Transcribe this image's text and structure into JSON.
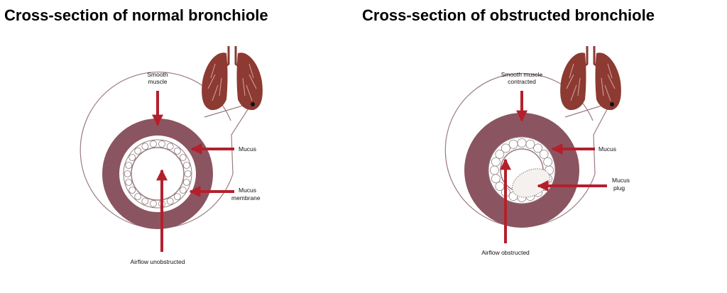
{
  "left": {
    "title": "Cross-section of normal bronchiole",
    "labels": {
      "smooth_muscle_1": "Smooth",
      "smooth_muscle_2": "muscle",
      "mucus": "Mucus",
      "mucus_membrane_1": "Mucus",
      "mucus_membrane_2": "membrane",
      "airflow": "Airflow unobstructed"
    }
  },
  "right": {
    "title": "Cross-section of obstructed bronchiole",
    "labels": {
      "smooth_muscle_1": "Smooth muscle",
      "smooth_muscle_2": "contracted",
      "mucus": "Mucus",
      "mucus_plug_1": "Mucus",
      "mucus_plug_2": "plug",
      "airflow": "Airflow obstructed"
    }
  },
  "colors": {
    "muscle": "#8a5560",
    "arrow": "#b3202c",
    "lung": "#8c3a32",
    "outline": "#9a7a82"
  },
  "icons": [
    "lungs-icon",
    "lungs-icon"
  ]
}
